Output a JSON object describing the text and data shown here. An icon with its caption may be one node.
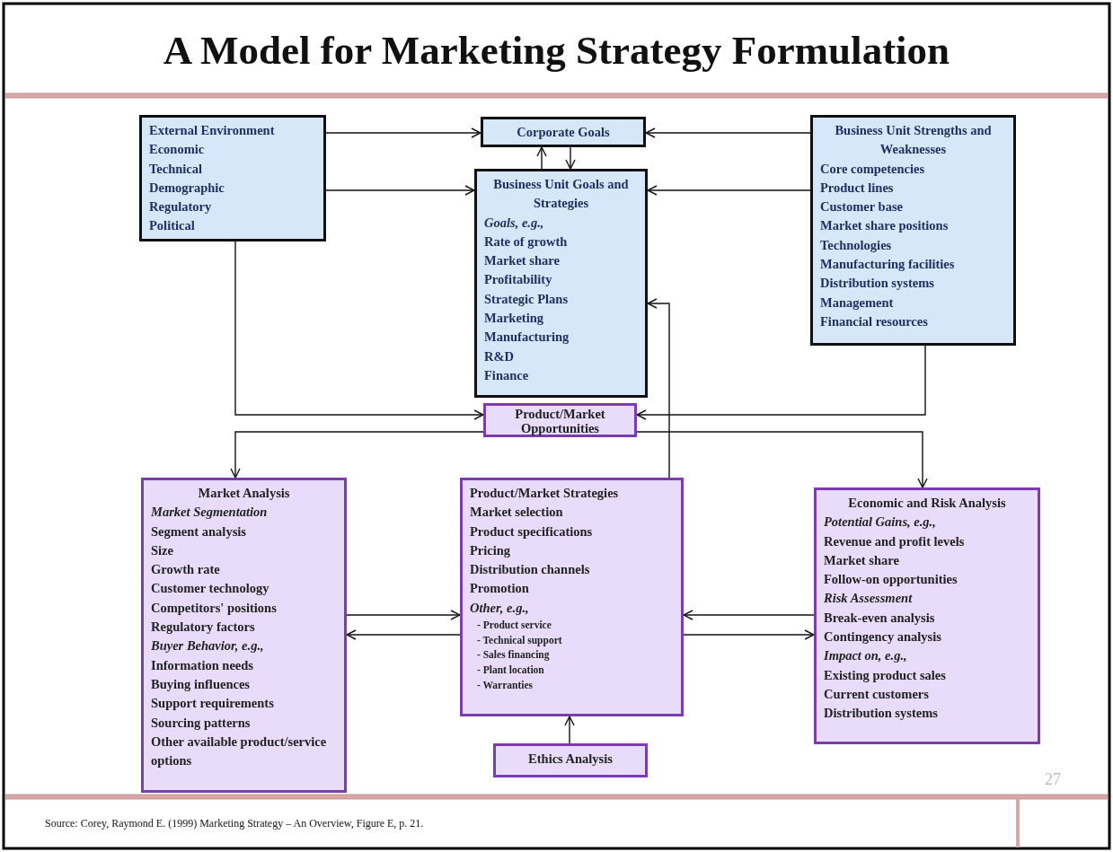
{
  "diagram": {
    "title": "A Model for Marketing Strategy Formulation",
    "nodes": [
      {
        "text": [
          "External Environment",
          "Economic",
          "Technical",
          "Demographic",
          "Regulatory",
          "Political"
        ]
      },
      {
        "text": [
          "Corporate Goals"
        ]
      },
      {
        "text": [
          "Business Unit Strengths and Weaknesses",
          "Core competencies",
          "Product lines",
          "Customer base",
          "Market share positions",
          "Technologies",
          "Manufacturing facilities",
          "Distribution systems",
          "Management",
          "Financial resources"
        ]
      },
      {
        "text": [
          "Business Unit Goals and Strategies",
          "*Goals, e.g.,*",
          "Rate of growth",
          "Market share",
          "Profitability",
          "Strategic Plans",
          "Marketing",
          "Manufacturing",
          "R&D",
          "Finance"
        ]
      },
      {
        "text": [
          "Product/Market Opportunities"
        ]
      },
      {
        "text": [
          "Market Analysis",
          "*Market Segmentation*",
          "Segment analysis",
          "Size",
          "Growth rate",
          "Customer technology",
          "Competitors' positions",
          "Regulatory factors",
          "*Buyer Behavior, e.g.,*",
          "Information needs",
          "Buying influences",
          "Support requirements",
          "Sourcing patterns",
          "Other available product/service options"
        ]
      },
      {
        "text": [
          "Product/Market Strategies",
          "Market selection",
          "Product specifications",
          "Pricing",
          "Distribution channels",
          "Promotion",
          "*Other, e.g.,*",
          "- Product service",
          "- Technical support",
          "- Sales financing",
          "- Plant location",
          "- Warranties"
        ]
      },
      {
        "text": [
          "Economic and Risk Analysis",
          "*Potential Gains, e.g.,*",
          "Revenue and profit levels",
          "Market share",
          "Follow-on opportunities",
          "*Risk Assessment*",
          "Break-even analysis",
          "Contingency analysis",
          "*Impact on, e.g.,*",
          "Existing product sales",
          "Current customers",
          "Distribution systems"
        ]
      },
      {
        "text": [
          "Ethics Analysis"
        ]
      }
    ],
    "edges": [
      {
        "from": 0,
        "to": 1,
        "arrow": "to"
      },
      {
        "from": 0,
        "to": 3,
        "arrow": "to"
      },
      {
        "from": 2,
        "to": 1,
        "arrow": "to"
      },
      {
        "from": 2,
        "to": 3,
        "arrow": "to"
      },
      {
        "from": 3,
        "to": 1,
        "arrow": "to"
      },
      {
        "from": 1,
        "to": 3,
        "arrow": "to"
      },
      {
        "from": 0,
        "to": 4,
        "arrow": "to"
      },
      {
        "from": 2,
        "to": 4,
        "arrow": "to"
      },
      {
        "from": 4,
        "to": 5,
        "arrow": "to"
      },
      {
        "from": 4,
        "to": 7,
        "arrow": "to"
      },
      {
        "from": 5,
        "to": 6,
        "arrow": "to"
      },
      {
        "from": 6,
        "to": 5,
        "arrow": "to"
      },
      {
        "from": 7,
        "to": 6,
        "arrow": "to"
      },
      {
        "from": 6,
        "to": 7,
        "arrow": "to"
      },
      {
        "from": 6,
        "to": 3,
        "arrow": "to"
      },
      {
        "from": 8,
        "to": 6,
        "arrow": "to"
      }
    ],
    "labels": [
      "27",
      "Source: Corey, Raymond E. (1999) Marketing Strategy – An Overview, Figure E, p. 21."
    ]
  }
}
